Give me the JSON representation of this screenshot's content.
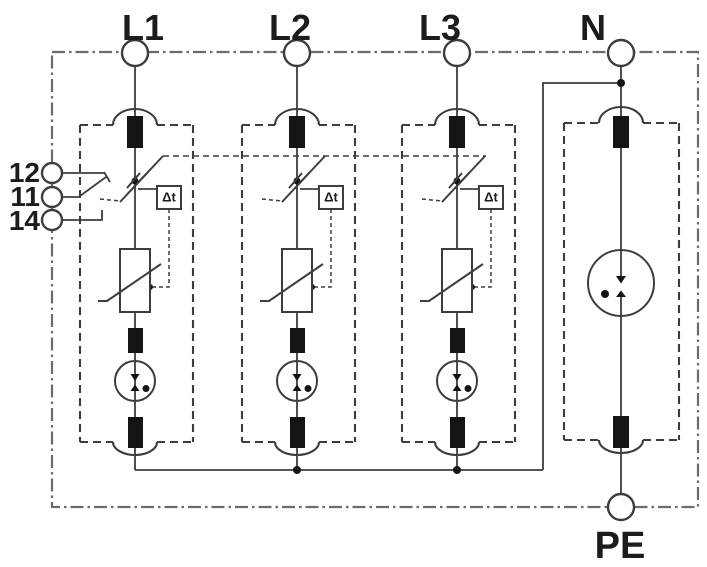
{
  "diagram": {
    "type": "circuit-schematic",
    "description": "Surge protective device 3+1 configuration: three varistor protection paths L1/L2/L3 with thermal disconnectors and spark gaps, one N-PE spark gap path, remote signalling changeover contact 12/11/14",
    "terminals": {
      "l1": "L1",
      "l2": "L2",
      "l3": "L3",
      "n": "N",
      "pe": "PE",
      "aux_12": "12",
      "aux_11": "11",
      "aux_14": "14"
    },
    "labels": {
      "delta_t": "Δt"
    },
    "colors": {
      "background": "#ffffff",
      "border": "#6b6b6b",
      "line": "#3d3d3d",
      "fill": "#141414",
      "text": "#1c1c1c"
    }
  }
}
